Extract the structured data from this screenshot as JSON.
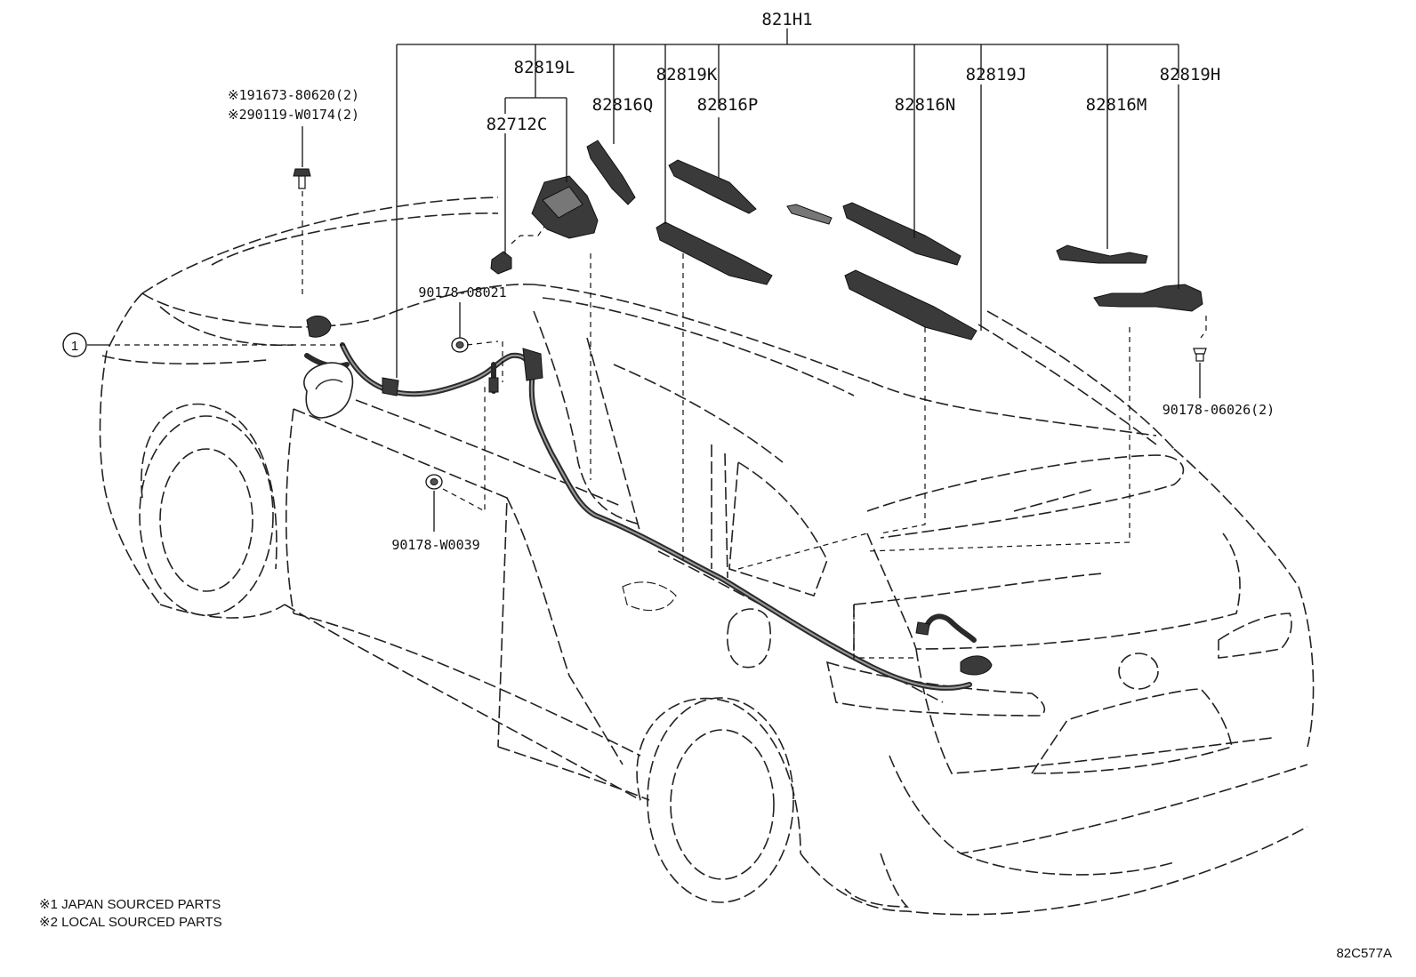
{
  "diagram": {
    "labels": {
      "assembly": "821H1",
      "p82819L": "82819L",
      "p82712C": "82712C",
      "p82816Q": "82816Q",
      "p82819K": "82819K",
      "p82816P": "82816P",
      "p82816N": "82816N",
      "p82819J": "82819J",
      "p82816M": "82816M",
      "p82819H": "82819H",
      "screw_japan": "※191673-80620(2)",
      "screw_local": "※290119-W0174(2)",
      "clip_90178_08021": "90178-08021",
      "clip_90178_W0039": "90178-W0039",
      "clip_90178_06026": "90178-06026(2)",
      "callout_1": "1"
    },
    "notes": {
      "note1": "※1 JAPAN SOURCED PARTS",
      "note2": "※2 LOCAL SOURCED PARTS"
    },
    "figure_code": "82C577A"
  }
}
